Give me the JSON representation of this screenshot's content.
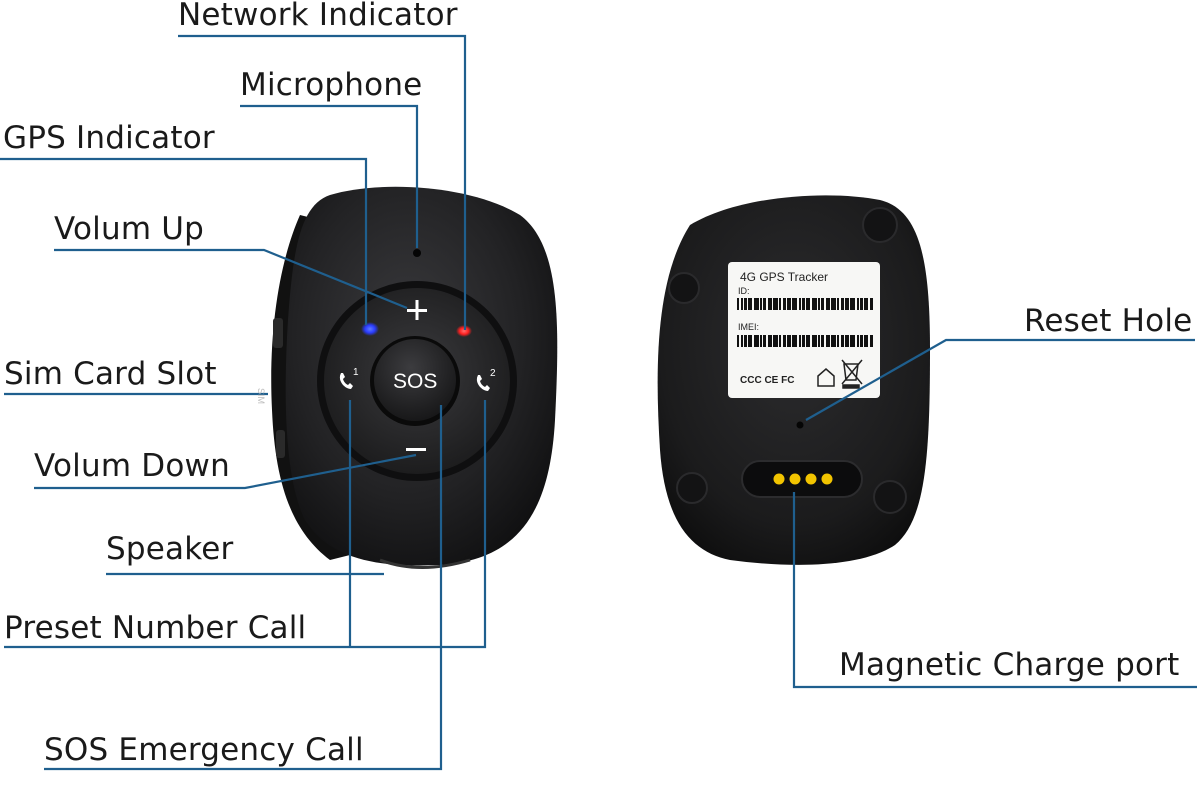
{
  "callouts": {
    "network_indicator": "Network Indicator",
    "microphone": "Microphone",
    "gps_indicator": "GPS Indicator",
    "volume_up": "Volum Up",
    "sim_card_slot": "Sim Card Slot",
    "volume_down": "Volum Down",
    "speaker": "Speaker",
    "preset_number_call": "Preset Number Call",
    "sos_emergency_call": "SOS Emergency Call",
    "reset_hole": "Reset Hole",
    "magnetic_charge_port": "Magnetic Charge port"
  },
  "device_front": {
    "sos_button": "SOS",
    "plus_symbol": "+",
    "minus_symbol": "−",
    "call_1_digit": "1",
    "call_2_digit": "2",
    "side_slot_text": "SIM",
    "gps_led_color": "#2a3cff",
    "network_led_color": "#ff2020"
  },
  "device_back": {
    "sticker_title": "4G GPS Tracker",
    "sticker_id_label": "ID:",
    "sticker_imei_label": "IMEI:",
    "sticker_cert_marks": "CCC CE FC",
    "charge_pin_color": "#f2c400"
  },
  "colors": {
    "callout_line": "#1f5f8e",
    "device_body": "#1c1c1e"
  }
}
